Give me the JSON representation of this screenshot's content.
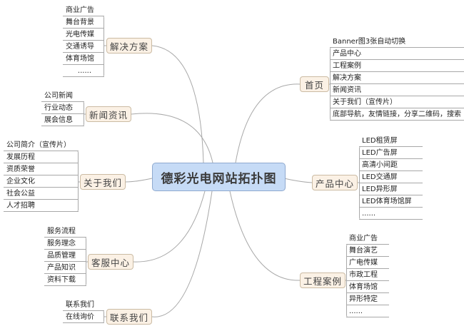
{
  "title": "德彩光电网站拓扑图",
  "colors": {
    "center_fill": "#c6dbf6",
    "topic_fill": "#fbf1e5",
    "line": "#a8a8a8"
  },
  "topics": [
    {
      "label": "解决方案",
      "items": [
        "商业广告",
        "舞台背景",
        "光电传媒",
        "交通诱导",
        "体育场馆",
        "......"
      ]
    },
    {
      "label": "新闻资讯",
      "items": [
        "公司新闻",
        "行业动态",
        "展会信息"
      ]
    },
    {
      "label": "关于我们",
      "items": [
        "公司简介（宣传片）",
        "发展历程",
        "资质荣誉",
        "企业文化",
        "社会公益",
        "人才招聘"
      ]
    },
    {
      "label": "客服中心",
      "items": [
        "服务流程",
        "服务理念",
        "品质管理",
        "产品知识",
        "资料下载"
      ]
    },
    {
      "label": "联系我们",
      "items": [
        "联系我们",
        "在线询价"
      ]
    },
    {
      "label": "首页",
      "items": [
        "Banner图3张自动切换",
        "产品中心",
        "工程案例",
        "解决方案",
        "新闻资讯",
        "关于我们（宣传片）",
        "底部导航，友情链接，分享二维码，搜索"
      ]
    },
    {
      "label": "产品中心",
      "items": [
        "LED租赁屏",
        "LED广告屏",
        "高清小间距",
        "LED交通屏",
        "LED异形屏",
        "LED体育场馆屏",
        "......"
      ]
    },
    {
      "label": "工程案例",
      "items": [
        "商业广告",
        "舞台演艺",
        "广电传媒",
        "市政工程",
        "体育场馆",
        "异形特定",
        "......"
      ]
    }
  ]
}
